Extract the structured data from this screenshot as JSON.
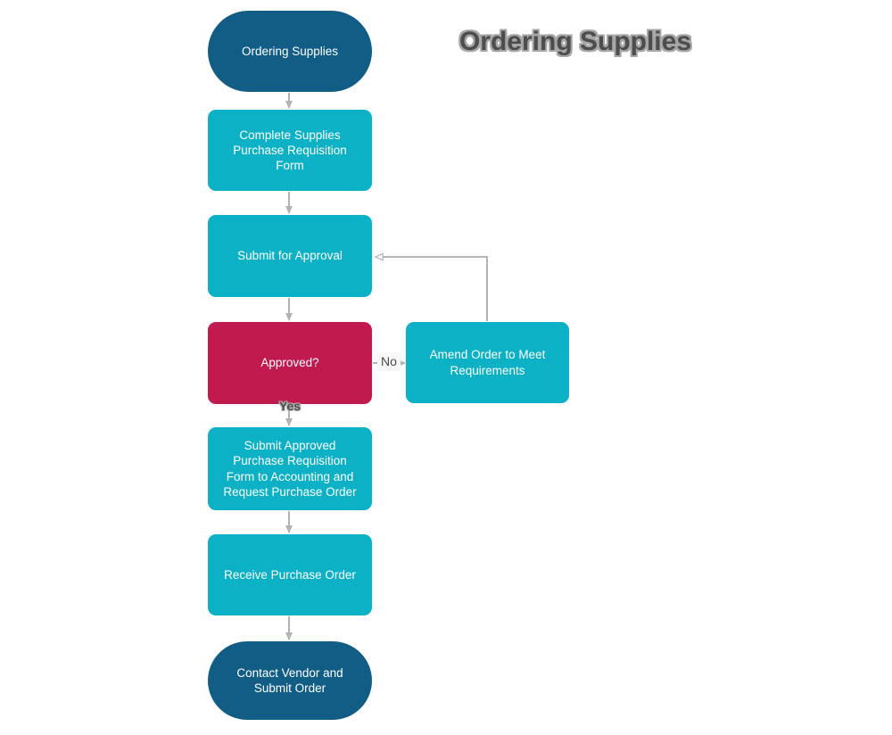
{
  "title": "Ordering Supplies",
  "colors": {
    "terminator_fill": "#115d85",
    "process_fill": "#0db1c5",
    "decision_fill": "#c01a4f",
    "connector": "#b3b3b3",
    "title_fill": "#4d4d4d",
    "title_outline": "#a6a6a6",
    "node_text": "#ffffff",
    "no_label_bg": "#f7f7f7",
    "background": "#ffffff"
  },
  "nodes": {
    "start": {
      "type": "terminator",
      "label": "Ordering Supplies"
    },
    "complete_form": {
      "type": "process",
      "label": "Complete Supplies Purchase Requisition Form"
    },
    "submit_approval": {
      "type": "process",
      "label": "Submit for Approval"
    },
    "approved": {
      "type": "decision",
      "label": "Approved?"
    },
    "amend": {
      "type": "process",
      "label": "Amend Order to Meet Requirements"
    },
    "submit_approved": {
      "type": "process",
      "label": "Submit Approved Purchase Requisition Form to Accounting and Request Purchase Order"
    },
    "receive": {
      "type": "process",
      "label": "Receive Purchase Order"
    },
    "end": {
      "type": "terminator",
      "label": "Contact Vendor and Submit Order"
    }
  },
  "edges": {
    "no_label": "No",
    "yes_label": "Yes"
  }
}
